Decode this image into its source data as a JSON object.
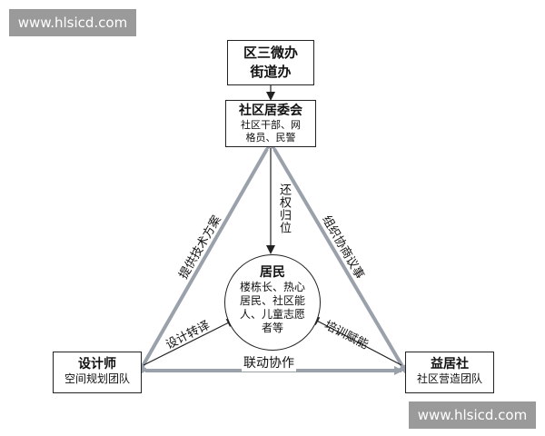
{
  "watermark": {
    "text": "www.hlsicd.com"
  },
  "nodes": {
    "district": {
      "line1": "区三微办",
      "line2": "街道办"
    },
    "committee": {
      "title": "社区居委会",
      "desc_line1": "社区干部、网",
      "desc_line2": "格员、民警"
    },
    "residents": {
      "title": "居民",
      "desc_line1": "楼栋长、热心",
      "desc_line2": "居民、社区能",
      "desc_line3": "人、儿童志愿",
      "desc_line4": "者等"
    },
    "designer": {
      "title": "设计师",
      "desc": "空间规划团队"
    },
    "yijushe": {
      "title": "益居社",
      "desc": "社区营造团队"
    }
  },
  "edge_labels": {
    "empower": "还权归位",
    "tech_plan": "提供技术方案",
    "organize": "组织协商议事",
    "design_transfer": "设计转译",
    "training": "培训赋能",
    "linkage": "联动协作"
  },
  "colors": {
    "edge": "#9aa1ab",
    "arrow": "#222222",
    "watermark_bg": "#9a9a9a"
  }
}
